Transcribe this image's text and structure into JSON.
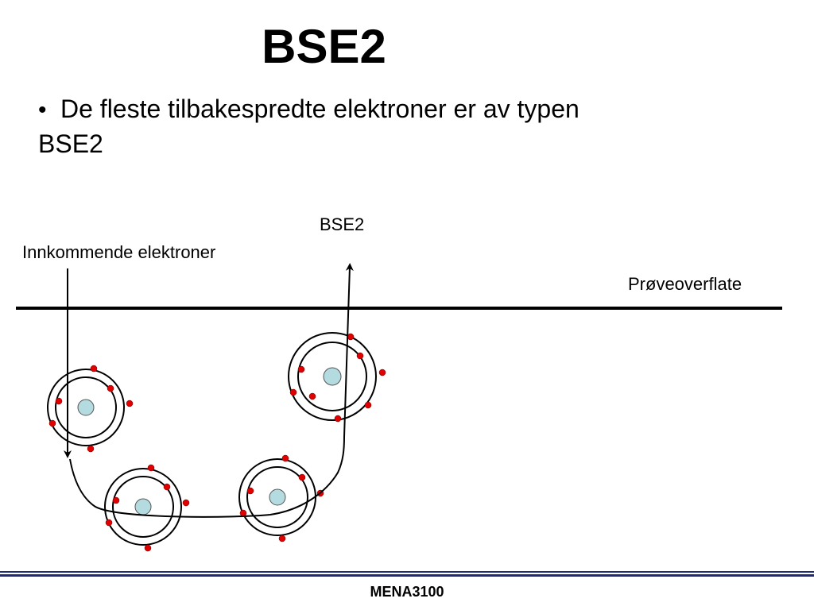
{
  "slide": {
    "title": "BSE2",
    "bullet_symbol": "•",
    "bullet_text": "De fleste tilbakespredte elektroner er av typen BSE2"
  },
  "diagram": {
    "labels": {
      "incoming": "Innkommende elektroner",
      "bse2": "BSE2",
      "surface": "Prøveoverflate"
    },
    "colors": {
      "nucleus": "#b3dbe0",
      "electron": "#e00000",
      "line": "#000000"
    }
  },
  "footer": {
    "course": "MENA3100",
    "rule_color": "#1e2a7a"
  }
}
